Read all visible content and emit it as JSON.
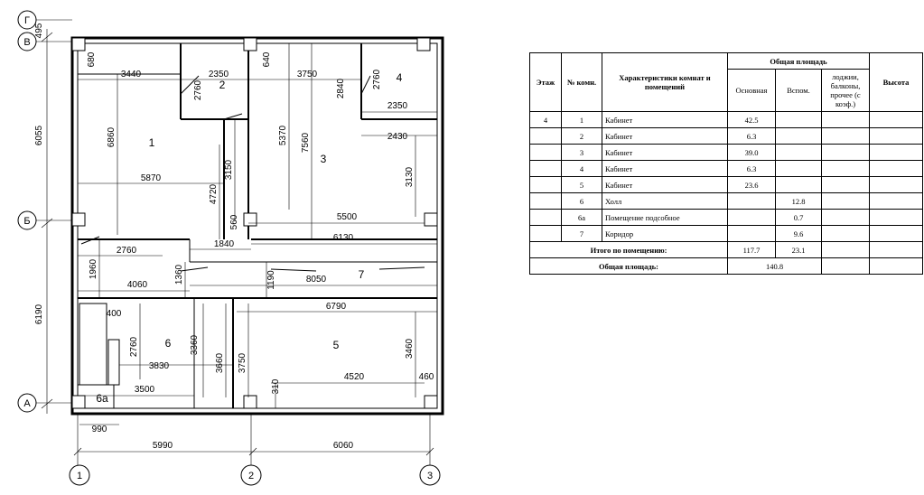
{
  "plan": {
    "axes_letters": [
      "Г",
      "В",
      "Б",
      "А"
    ],
    "axes_numbers": [
      "1",
      "2",
      "3"
    ],
    "left_dims": [
      "6055",
      "6190",
      "495"
    ],
    "bottom_dims": [
      "5990",
      "6060",
      "990"
    ],
    "rooms": [
      "1",
      "2",
      "3",
      "4",
      "5",
      "6",
      "6а",
      "7"
    ],
    "dims": [
      "680",
      "3440",
      "2350",
      "640",
      "3750",
      "2760",
      "2840",
      "2760",
      "2350",
      "6860",
      "5370",
      "7560",
      "2430",
      "5870",
      "3150",
      "4720",
      "3130",
      "560",
      "5500",
      "2760",
      "1840",
      "6130",
      "1960",
      "1360",
      "1190",
      "8050",
      "4060",
      "400",
      "6790",
      "2760",
      "3360",
      "3660",
      "3750",
      "3460",
      "3830",
      "310",
      "4520",
      "460",
      "3500"
    ]
  },
  "table": {
    "headers": {
      "floor": "Этаж",
      "room_no": "№ комн.",
      "characteristics": "Характеристики комнат и помещений",
      "total_area": "Общая площадь",
      "main": "Основная",
      "aux": "Вспом.",
      "loggia": "лоджии, балконы, прочее (с коэф.)",
      "height": "Высота"
    },
    "rows": [
      {
        "floor": "4",
        "no": "1",
        "name": "Кабинет",
        "main": "42.5",
        "aux": "",
        "loggia": "",
        "height": ""
      },
      {
        "floor": "",
        "no": "2",
        "name": "Кабинет",
        "main": "6.3",
        "aux": "",
        "loggia": "",
        "height": ""
      },
      {
        "floor": "",
        "no": "3",
        "name": "Кабинет",
        "main": "39.0",
        "aux": "",
        "loggia": "",
        "height": ""
      },
      {
        "floor": "",
        "no": "4",
        "name": "Кабинет",
        "main": "6.3",
        "aux": "",
        "loggia": "",
        "height": ""
      },
      {
        "floor": "",
        "no": "5",
        "name": "Кабинет",
        "main": "23.6",
        "aux": "",
        "loggia": "",
        "height": ""
      },
      {
        "floor": "",
        "no": "6",
        "name": "Холл",
        "main": "",
        "aux": "12.8",
        "loggia": "",
        "height": ""
      },
      {
        "floor": "",
        "no": "6а",
        "name": "Помещение подсобное",
        "main": "",
        "aux": "0.7",
        "loggia": "",
        "height": ""
      },
      {
        "floor": "",
        "no": "7",
        "name": "Коридор",
        "main": "",
        "aux": "9.6",
        "loggia": "",
        "height": ""
      }
    ],
    "total_room_label": "Итого по помещению:",
    "total_room_main": "117.7",
    "total_room_aux": "23.1",
    "total_area_label": "Общая площадь:",
    "total_area_value": "140.8"
  }
}
